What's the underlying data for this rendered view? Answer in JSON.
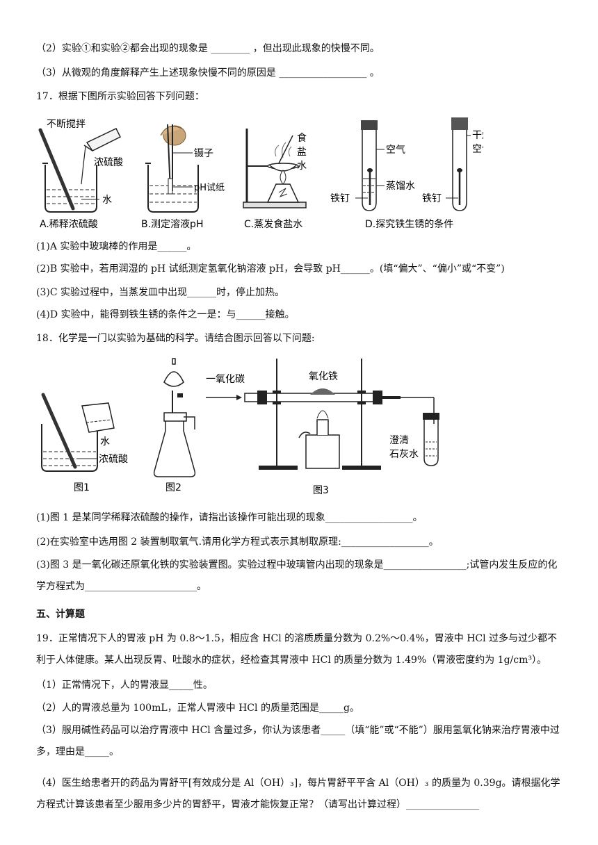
{
  "q16": {
    "p2": "（2）实验①和实验②都会出现的现象是 ________ ，但出现此现象的快慢不同。",
    "p3": "（3）从微观的角度解释产生上述现象快慢不同的原因是 __________________ 。"
  },
  "q17": {
    "stem": "17．根据下图所示实验回答下列问题：",
    "fig": {
      "a_stir": "不断搅拌",
      "a_acid": "浓硫酸",
      "a_water": "水",
      "a_cap": "A.稀释浓硫酸",
      "b_tweezer": "镊子",
      "b_paper": "pH试纸",
      "b_cap": "B.测定溶液pH",
      "c_salt1": "食",
      "c_salt2": "盐",
      "c_salt3": "水",
      "c_cap": "C.蒸发食盐水",
      "d_air": "空气",
      "d_water": "蒸馏水",
      "d_nail1": "铁钉",
      "d_nail2": "铁钉",
      "d_dry1": "干燥",
      "d_dry2": "空气",
      "d_cap": "D.探究铁生锈的条件"
    },
    "p1": "(1)A 实验中玻璃棒的作用是______。",
    "p2": "(2)B 实验中，若用润湿的 pH 试纸测定氢氧化钠溶液 pH，会导致 pH______。(填“偏大”、“偏小”或“不变”)",
    "p3": "(3)C 实验过程中，当蒸发皿中出现______时，停止加热。",
    "p4": "(4)D 实验中，能得到铁生锈的条件之一是：与______接触。"
  },
  "q18": {
    "stem": "18．化学是一门以实验为基础的科学。请结合图示回答以下问题:",
    "fig": {
      "f1_water": "水",
      "f1_acid": "浓硫酸",
      "f1_cap": "图1",
      "f2_cap": "图2",
      "f3_co": "一氧化碳",
      "f3_fe2o3": "氧化铁",
      "f3_lime1": "澄清",
      "f3_lime2": "石灰水",
      "f3_cap": "图3"
    },
    "p1": "(1)图 1 是某同学稀释浓硫酸的操作，请指出该操作可能出现的现象__________________。",
    "p2": "(2)在实验室中选用图 2 装置制取氧气.请用化学方程式表示其制取原理:__________________。",
    "p3": "(3)图 3 是一氧化碳还原氧化铁的实验装置图。实验过程中玻璃管内出现的现象是_________________;试管内发生反应的化学方程式为_______________________。"
  },
  "sec5": "五、计算题",
  "q19": {
    "stem": "19．正常情况下人的胃液 pH 为 0.8～1.5，相应含 HCl 的溶质质量分数为 0.2%～0.4%，胃液中 HCl 过多与过少都不利于人体健康。某人出现反胃、吐酸水的症状，经检查其胃液中 HCl 的质量分数为 1.49%（胃液密度约为 1g/cm³）。",
    "p1": "（1）正常情况下，人的胃液显_____性。",
    "p2": "（2）人的胃液总量为 100mL，正常人胃液中 HCl 的质量范围是_____g。",
    "p3": "（3）服用碱性药品可以治疗胃液中 HCl 含量过多，你认为该患者_____（填“能”或“不能”）服用氢氧化钠来治疗胃液中过多，理由是_____。",
    "p4": "（4）医生给患者开的药品为胃舒平[有效成分是 Al（OH）₃]，每片胃舒平平含 Al（OH）₃ 的质量为 0.39g。请根据化学方程式计算该患者至少服用多少片的胃舒平，胃液才能恢复正常？（请写出计算过程）_______________"
  }
}
